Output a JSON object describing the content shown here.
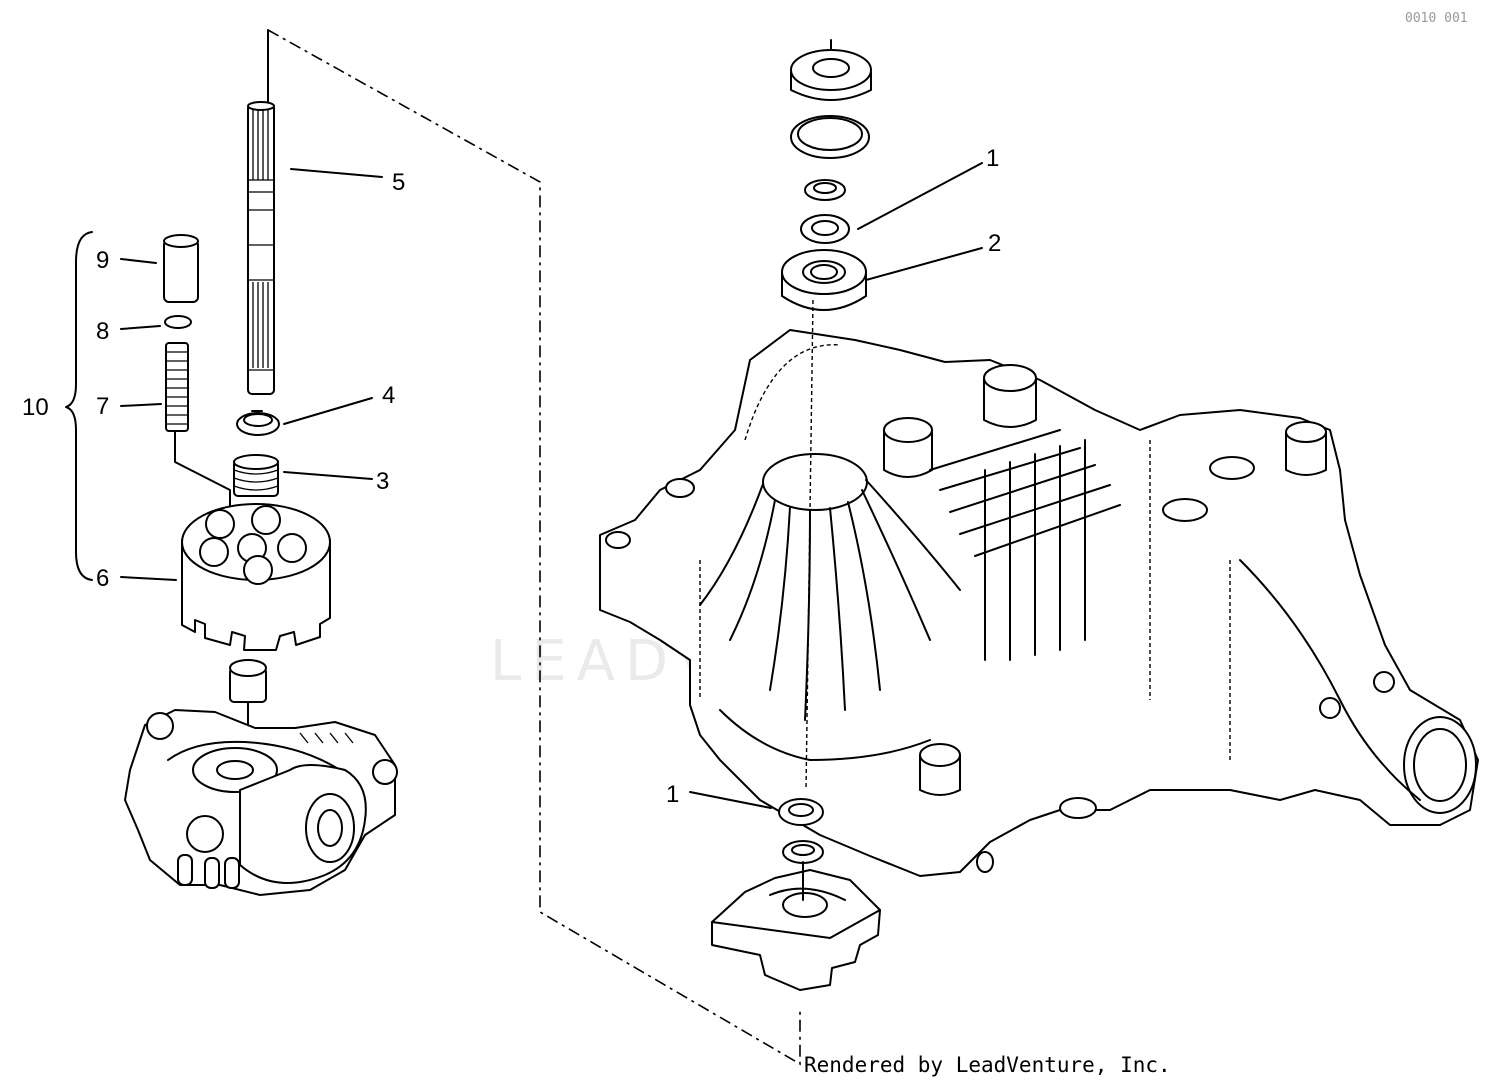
{
  "callouts": {
    "c1_top": "1",
    "c2": "2",
    "c3": "3",
    "c4": "4",
    "c5": "5",
    "c6": "6",
    "c7": "7",
    "c8": "8",
    "c9": "9",
    "c10": "10",
    "c1_bottom": "1"
  },
  "credit": "Rendered by LeadVenture, Inc.",
  "watermark": "LEADVENTURE",
  "corner_ref": "0010 001"
}
